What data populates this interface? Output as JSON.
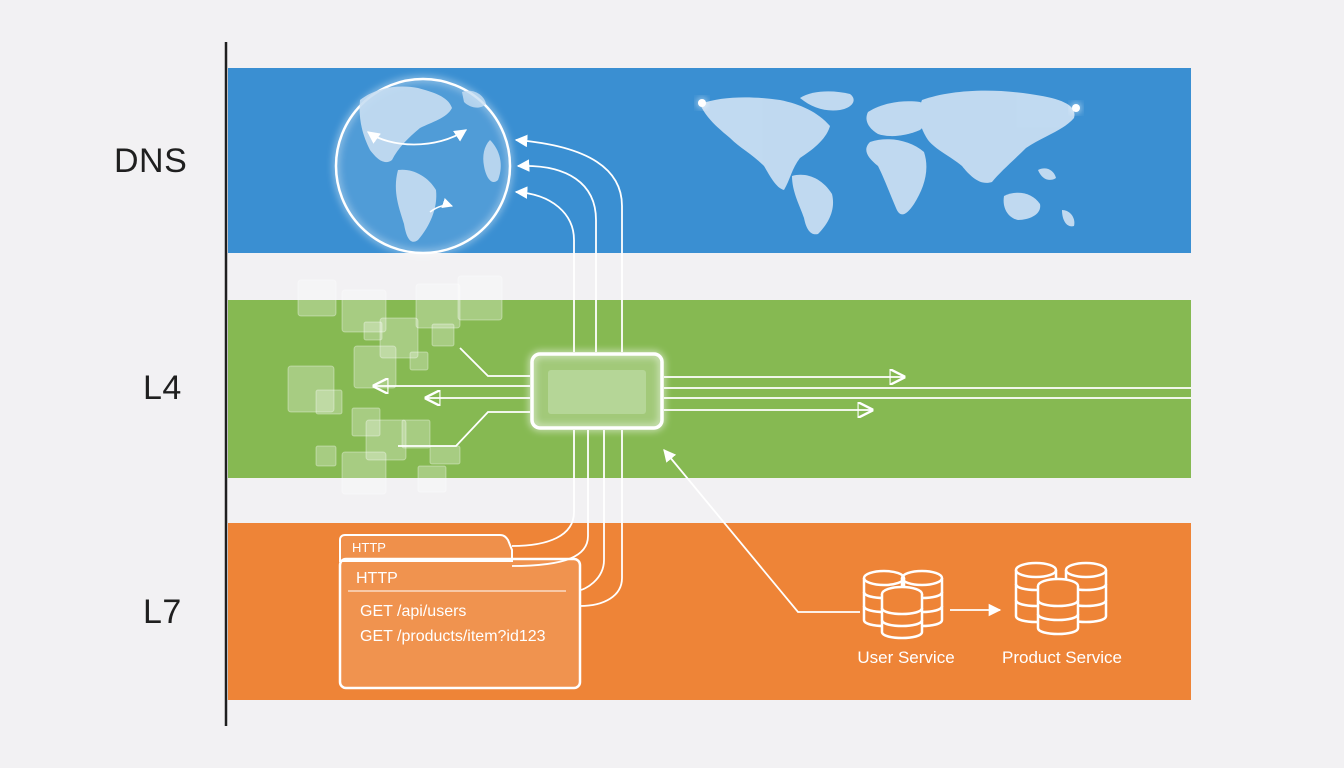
{
  "layers": [
    {
      "label": "DNS",
      "color": "#3a8fd2"
    },
    {
      "label": "L4",
      "color": "#86b952"
    },
    {
      "label": "L7",
      "color": "#ee8437"
    }
  ],
  "http_panel": {
    "tab_label": "HTTP",
    "header": "HTTP",
    "lines": [
      "GET /api/users",
      "GET /products/item?id123"
    ]
  },
  "services": [
    {
      "label": "User Service",
      "icon": "database-stack-icon"
    },
    {
      "label": "Product Service",
      "icon": "database-stack-icon"
    }
  ],
  "icons": {
    "globe": "globe-icon",
    "world_map": "world-map",
    "load_balancer": "load-balancer-icon"
  },
  "colors": {
    "background": "#f2f1f3",
    "axis": "#1f1f1f",
    "line": "#ffffff"
  }
}
